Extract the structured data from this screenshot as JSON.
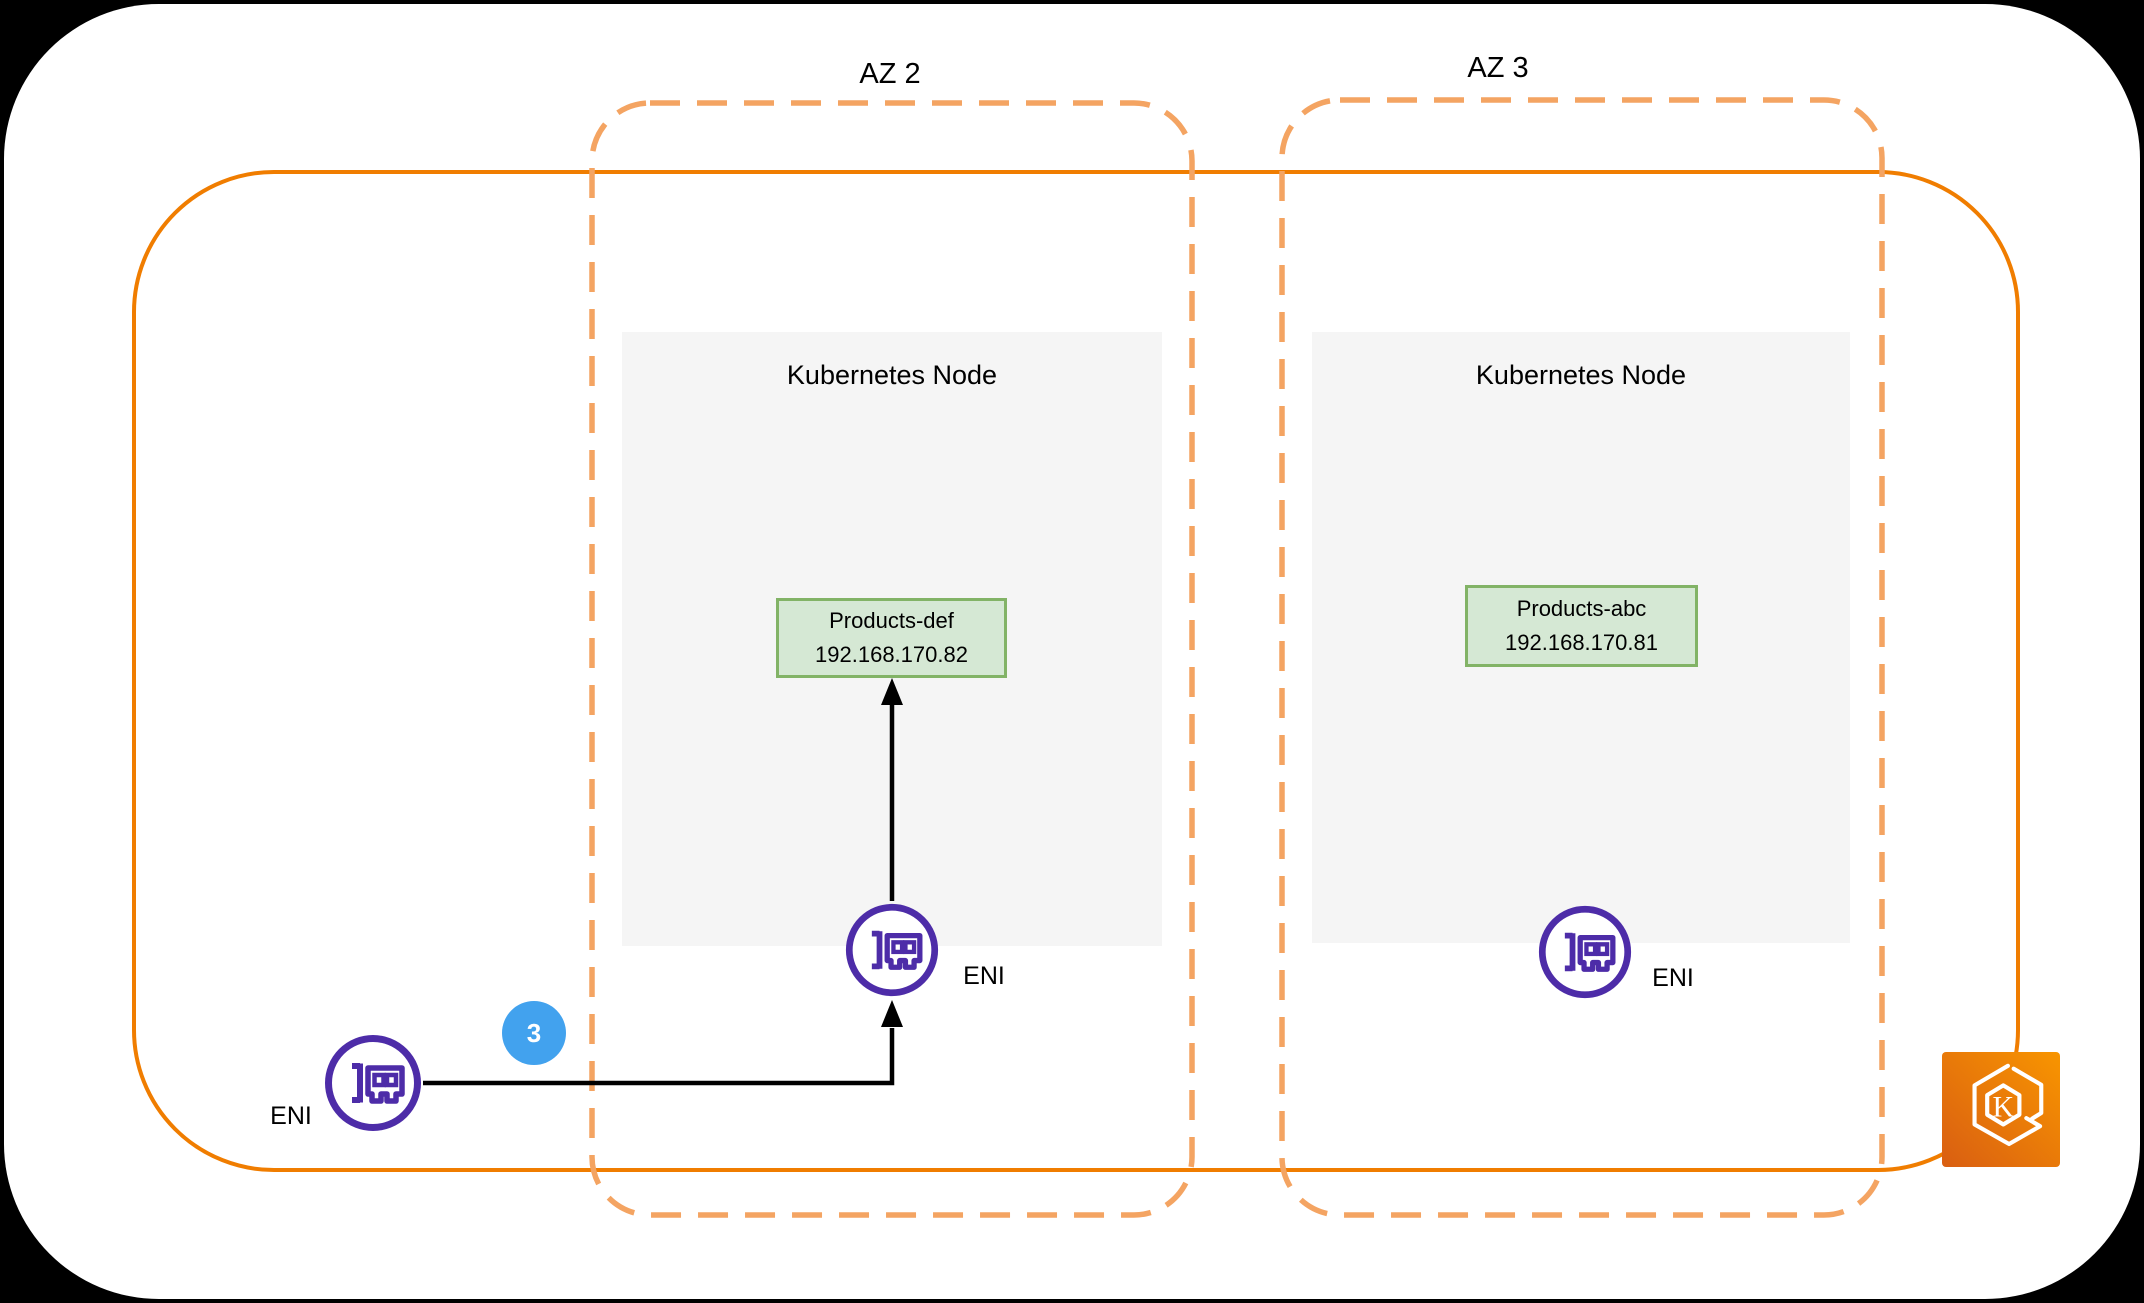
{
  "page": {
    "availability_zones": [
      {
        "label": "AZ 2"
      },
      {
        "label": "AZ 3"
      }
    ],
    "nodes": [
      {
        "label": "Kubernetes Node",
        "pod": {
          "name": "Products-def",
          "ip": "192.168.170.82"
        },
        "eni_label": "ENI"
      },
      {
        "label": "Kubernetes Node",
        "pod": {
          "name": "Products-abc",
          "ip": "192.168.170.81"
        },
        "eni_label": "ENI"
      }
    ],
    "external_eni": {
      "label": "ENI"
    },
    "step_badge": {
      "value": "3",
      "color": "#42A2EE"
    },
    "eks": {
      "letter": "K"
    },
    "icons": [
      "eni-icon",
      "eni-icon",
      "eni-icon",
      "eks-icon"
    ],
    "colors": {
      "vpc_border": "#F07D00",
      "az_border": "#F4A462",
      "node_fill": "#F5F5F5",
      "pod_fill": "#D5E8D4",
      "pod_border": "#82B366",
      "eni_purple": "#4D2CA8",
      "badge_blue": "#42A2EE",
      "connector": "#000000"
    }
  }
}
